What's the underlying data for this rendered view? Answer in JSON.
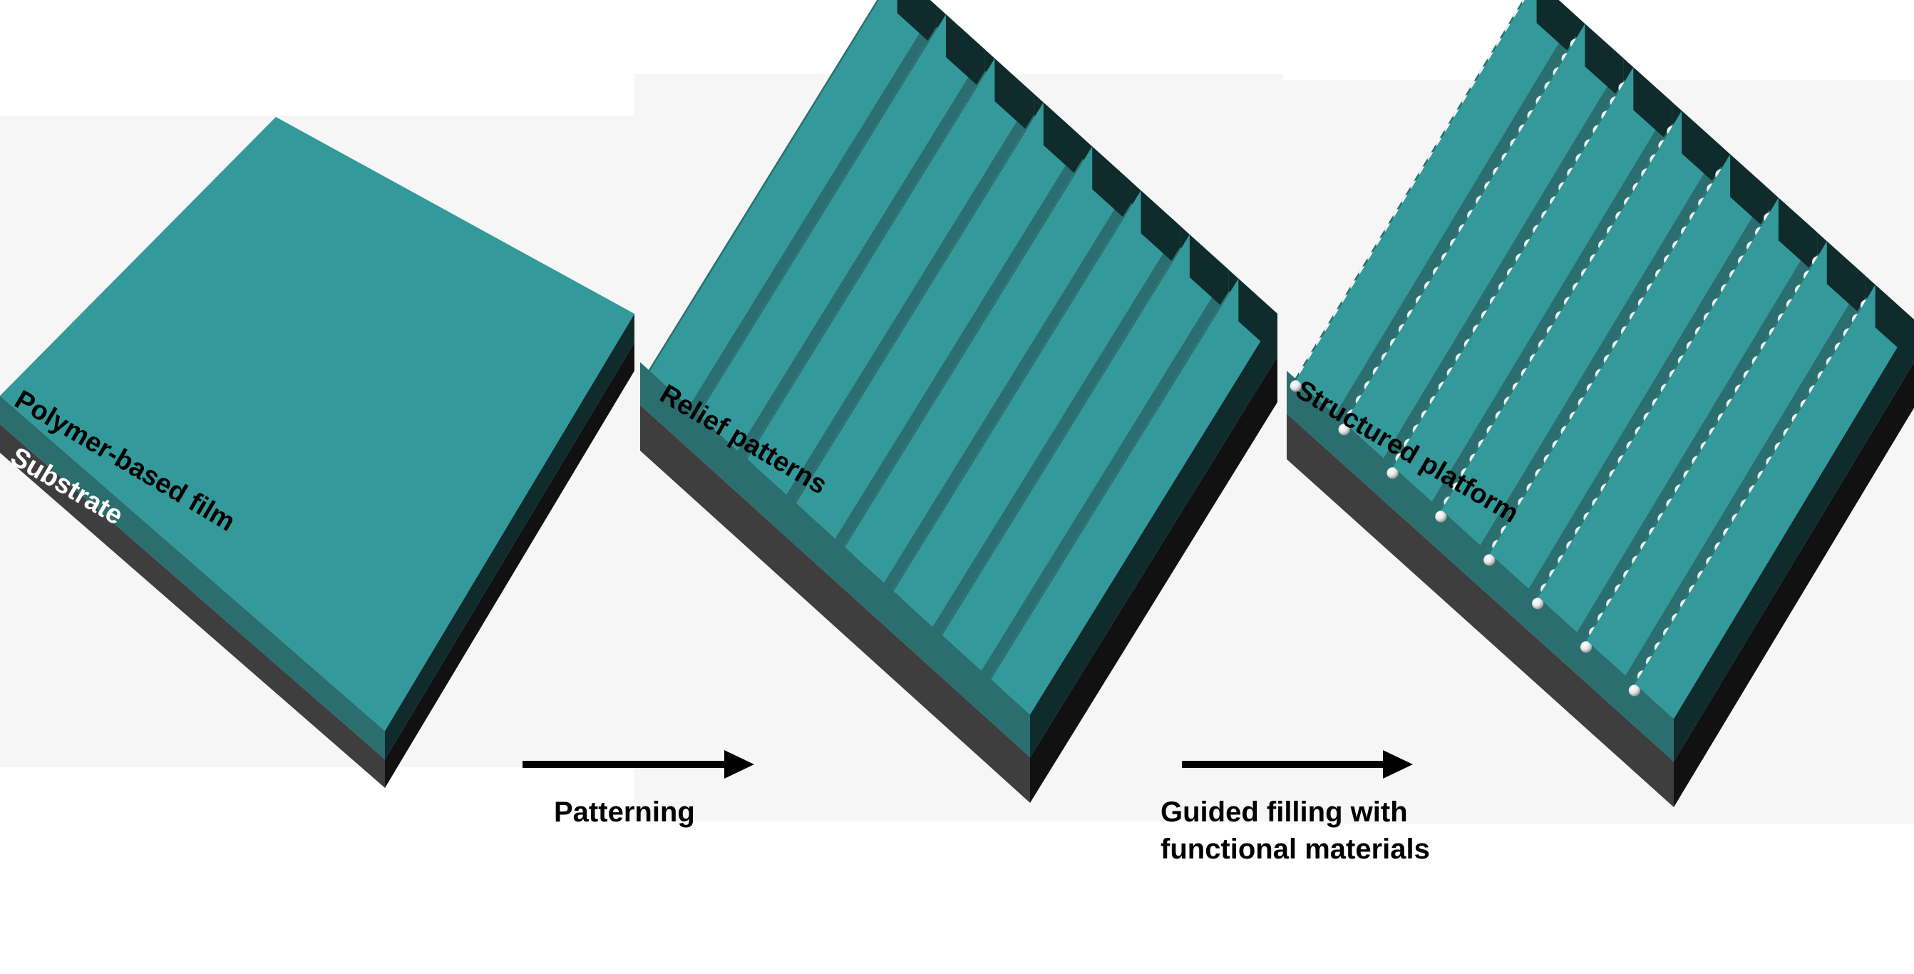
{
  "colors": {
    "background": "#ffffff",
    "panel_background": "#f6f6f6",
    "film_top": "#33999a",
    "film_side_left": "#2a6e6f",
    "film_side_right": "#0f2b2b",
    "substrate_side_left": "#3e3e3e",
    "substrate_side_right": "#111111",
    "arrow": "#000000",
    "sphere": "#f2f2f2"
  },
  "panels": [
    {
      "label": "Polymer-based film",
      "secondary_label": "Substrate"
    },
    {
      "label": "Relief patterns"
    },
    {
      "label": "Structured platform"
    }
  ],
  "arrows": [
    {
      "lines": [
        "Patterning"
      ]
    },
    {
      "lines": [
        "Guided filling with",
        "functional materials"
      ]
    }
  ],
  "pattern": {
    "ridge_count": 8,
    "spheres_per_groove": 28
  }
}
